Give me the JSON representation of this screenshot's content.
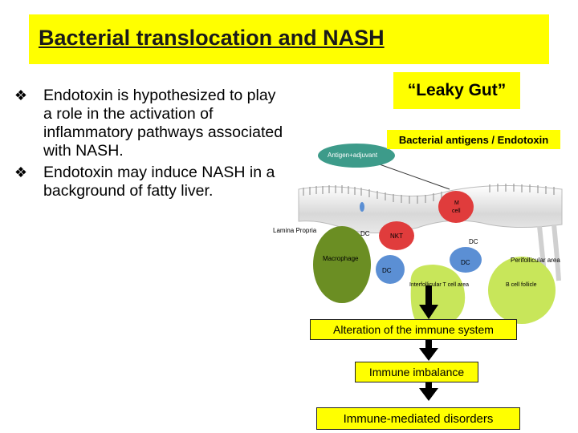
{
  "title": "Bacterial translocation and NASH",
  "bullets": [
    "Endotoxin is hypothesized to play a role in the activation of inflammatory pathways associated with NASH.",
    "Endotoxin may induce NASH in a background of fatty liver."
  ],
  "bullet_icon": "diamond-bullet-icon",
  "diagram": {
    "leaky_gut": "“Leaky Gut”",
    "bacterial_antigens": "Bacterial antigens / Endotoxin",
    "antigen_adjuvant": "Antigen+adjuvant",
    "m_cell_line1": "M",
    "m_cell_line2": "cell",
    "lamina_propria": "Lamina Propria",
    "dc": "DC",
    "nkt": "NKT",
    "macrophage": "Macrophage",
    "perifollicular": "Perifollicular area",
    "interfollicular": "Interfollicular T cell area",
    "b_follicle": "B cell follicle",
    "alteration": "Alteration of the immune system",
    "imbalance": "Immune imbalance",
    "disorders": "Immune-mediated disorders"
  },
  "colors": {
    "title_bg": "#ffff00",
    "blob_green": "#c8e65a",
    "macrophage_green": "#6b8e23",
    "antigen_teal": "#3d9b8a",
    "m_cell_red": "#e03c3c",
    "nkt_red": "#e03c3c",
    "dc_blue": "#5b8fd4"
  }
}
